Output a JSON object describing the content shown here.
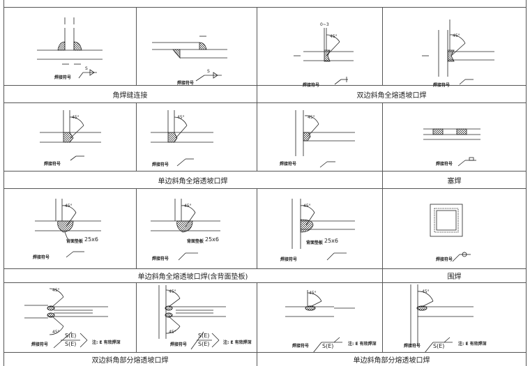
{
  "symbol_label": "焊接符号",
  "angle_label": "45°",
  "gap_label": "0~3",
  "s_label": "S",
  "se_label": "S(E)",
  "backing_label": "背面垫板",
  "backing_size": "25x6",
  "note_label": "注: E 有效焊深",
  "captions": {
    "fillet": "角焊缝连接",
    "double_bevel_full": "双边斜角全熔透坡口焊",
    "single_bevel_full": "单边斜角全熔透坡口焊",
    "plug": "塞焊",
    "single_bevel_full_backing": "单边斜角全熔透坡口焊(含背面垫板)",
    "all_around": "围焊",
    "double_bevel_partial": "双边斜角部分熔透坡口焊",
    "single_bevel_partial": "单边斜角部分熔透坡口焊"
  }
}
